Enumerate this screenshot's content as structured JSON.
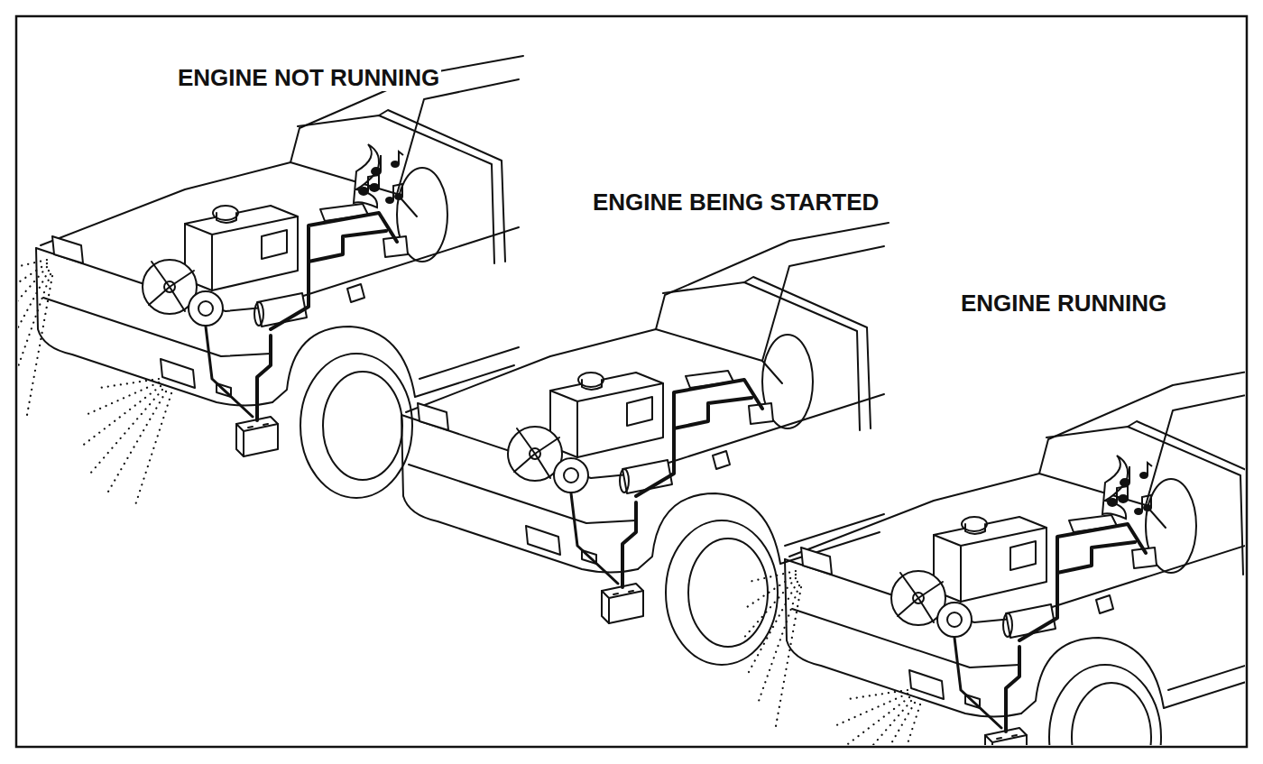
{
  "diagram": {
    "labels": [
      "ENGINE NOT RUNNING",
      "ENGINE BEING STARTED",
      "ENGINE RUNNING"
    ]
  }
}
